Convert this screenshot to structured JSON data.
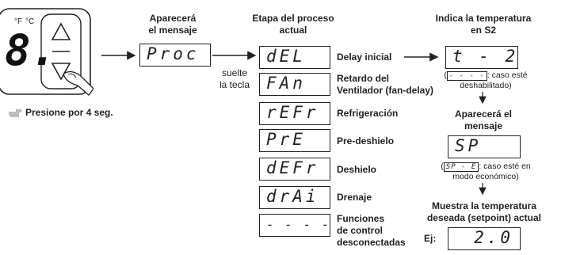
{
  "device": {
    "unit_f": "°F",
    "unit_c": "°C",
    "display_glyph": "8."
  },
  "hint": {
    "text": "Presione por 4 seg."
  },
  "step1": {
    "line1": "Aparecerá",
    "line2": "el mensaje",
    "display": "Proc"
  },
  "release": {
    "line1": "suelte",
    "line2": "la tecla"
  },
  "stage_header": {
    "line1": "Etapa del proceso",
    "line2": "actual"
  },
  "stages": [
    {
      "display": "dEL",
      "label1": "Delay inicial",
      "label2": "",
      "label3": ""
    },
    {
      "display": "FAn",
      "label1": "Retardo del",
      "label2": "Ventilador (fan-delay)",
      "label3": ""
    },
    {
      "display": "rEFr",
      "label1": "Refrigeración",
      "label2": "",
      "label3": ""
    },
    {
      "display": "PrE",
      "label1": "Pre-deshielo",
      "label2": "",
      "label3": ""
    },
    {
      "display": "dEFr",
      "label1": "Deshielo",
      "label2": "",
      "label3": ""
    },
    {
      "display": "drAi",
      "label1": "Drenaje",
      "label2": "",
      "label3": ""
    },
    {
      "display": "- - - -",
      "label1": "Funciones",
      "label2": "de control",
      "label3": "desconectadas"
    }
  ],
  "right": {
    "header1": "Indica la temperatura",
    "header2": "en S2",
    "s2_display": "t - 2",
    "note1_open": "(",
    "note1_box": "- - - -",
    "note1_rest": ": caso esté",
    "note1_line2": "deshabilitado)",
    "msg1": "Aparecerá el",
    "msg2": "mensaje",
    "sp_display": "SP",
    "note2_open": "(",
    "note2_box": "SP - E",
    "note2_rest": ": caso esté en",
    "note2_line2": "modo económico)",
    "setpoint1": "Muestra la temperatura",
    "setpoint2": "deseada (setpoint) actual",
    "ej_label": "Ej:",
    "ej_value": "2.0"
  }
}
